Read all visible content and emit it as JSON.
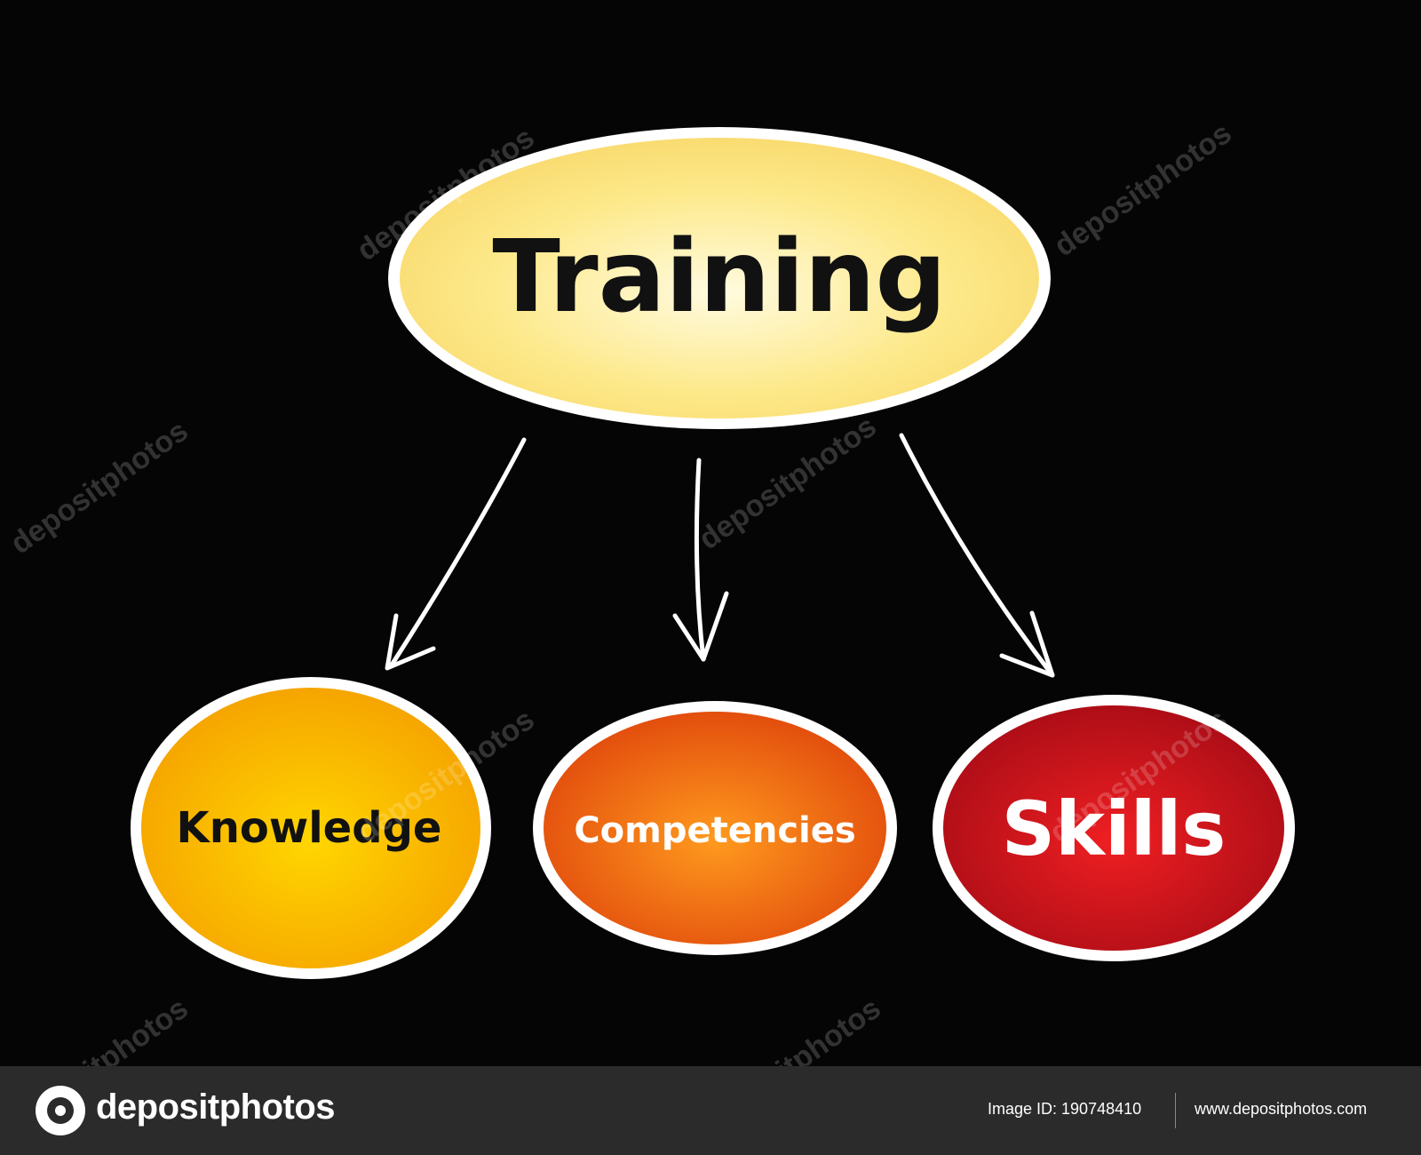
{
  "diagram": {
    "root": {
      "label": "Training"
    },
    "children": [
      {
        "label": "Knowledge"
      },
      {
        "label": "Competencies"
      },
      {
        "label": "Skills"
      }
    ]
  },
  "watermark": {
    "text": "depositphotos"
  },
  "footer": {
    "brand": "depositphotos",
    "image_id": "Image ID: 190748410",
    "url": "www.depositphotos.com"
  },
  "colors": {
    "background": "#000000",
    "root_fill": "#fde98a",
    "knowledge_fill": "#f9b800",
    "competencies_fill": "#ef6a10",
    "skills_fill": "#c8101c",
    "outline": "#ffffff",
    "footer_bg": "#2b2b2b"
  }
}
